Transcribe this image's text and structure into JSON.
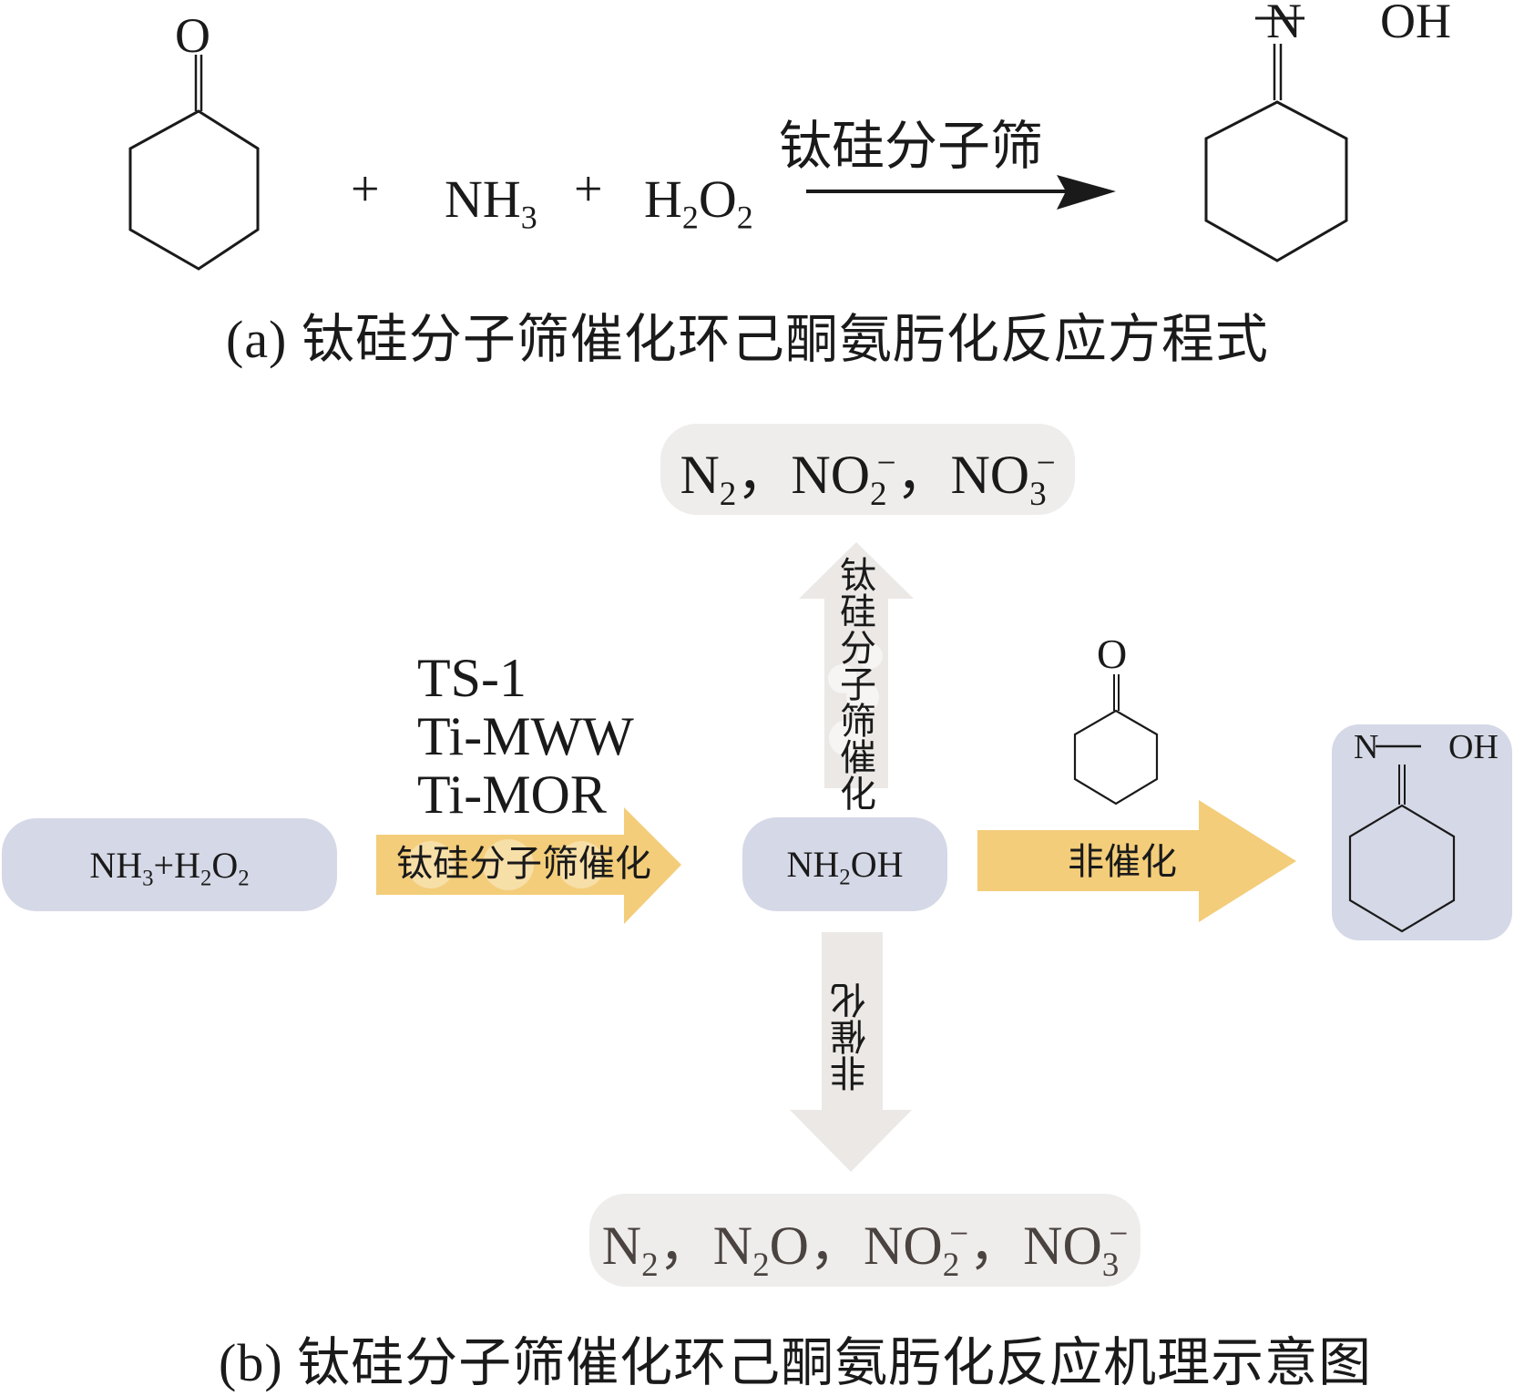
{
  "part_a": {
    "reactant_ketone": {
      "name": "cyclohexanone",
      "atom_label": "O"
    },
    "plus_1": "+",
    "reagent_1": {
      "main": "NH",
      "sub": "3"
    },
    "plus_2": "+",
    "reagent_2": {
      "h": "H",
      "sub1": "2",
      "o": "O",
      "sub2": "2"
    },
    "arrow_label": "钛硅分子筛",
    "product": {
      "name": "cyclohexanone oxime",
      "n_label": "N",
      "oh_label": "OH"
    },
    "caption": "(a) 钛硅分子筛催化环己酮氨肟化反应方程式"
  },
  "part_b": {
    "start_box": {
      "nh": "NH",
      "sub3": "3",
      "plus_h": "+H",
      "sub2a": "2",
      "o": "O",
      "sub2b": "2"
    },
    "catalysts": [
      "TS-1",
      "Ti-MWW",
      "Ti-MOR"
    ],
    "arrow_catalyzed_label": "钛硅分子筛催化",
    "center_box": {
      "nh": "NH",
      "sub": "2",
      "oh": "OH"
    },
    "up_arrow_label": "钛硅分子筛催化",
    "top_products": [
      {
        "base": "N",
        "sub": "2",
        "sup": ""
      },
      {
        "base": "NO",
        "sub": "2",
        "sup": "−"
      },
      {
        "base": "NO",
        "sub": "3",
        "sup": "−"
      }
    ],
    "down_arrow_label": "非催化",
    "bottom_products": [
      {
        "base": "N",
        "sub": "2",
        "tail": "",
        "sup": ""
      },
      {
        "base": "N",
        "sub": "2",
        "tail": "O",
        "sup": ""
      },
      {
        "base": "NO",
        "sub": "2",
        "tail": "",
        "sup": "−"
      },
      {
        "base": "NO",
        "sub": "3",
        "tail": "",
        "sup": "−"
      }
    ],
    "separator": "，",
    "right_arrow_label": "非催化",
    "ketone_atom_label": "O",
    "product_box": {
      "n_label": "N",
      "oh_label": "OH"
    },
    "caption": "(b) 钛硅分子筛催化环己酮氨肟化反应机理示意图"
  },
  "colors": {
    "blue_box": "#d5d8e6",
    "grey_box": "#efedeb",
    "yellow_arrow": "#f3cd7a",
    "grey_arrow": "#ebe8e5",
    "ink": "#1a1a1a"
  }
}
